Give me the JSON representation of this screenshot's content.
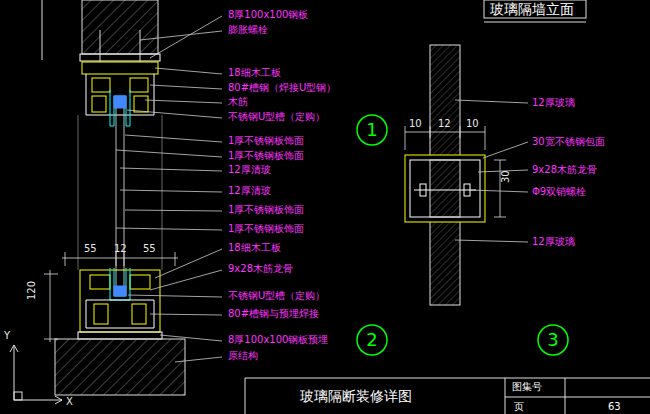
{
  "diagram": {
    "title": "玻璃隔墙立面",
    "nodes": [
      {
        "text": [
          "1"
        ]
      },
      {
        "text": [
          "2"
        ]
      },
      {
        "text": [
          "3"
        ]
      }
    ],
    "edges": [],
    "labels": [
      "8厚100x100钢板",
      "膨胀螺栓",
      "18细木工板",
      "80#槽钢（焊接U型钢）",
      "木筋",
      "不锈钢U型槽（定购）",
      "1厚不锈钢板饰面",
      "1厚不锈钢板饰面",
      "12厚清玻",
      "12厚清玻",
      "1厚不锈钢板饰面",
      "1厚不锈钢板饰面",
      "18细木工板",
      "9x28木筋龙骨",
      "不锈钢U型槽（定购）",
      "80#槽钢与预埋焊接",
      "8厚100x100钢板预埋",
      "原结构",
      "55",
      "12",
      "55",
      "120",
      "10",
      "12",
      "10",
      "12厚玻璃",
      "30宽不锈钢包面",
      "9x28木筋龙骨",
      "30",
      "Φ9双销螺栓",
      "12厚玻璃",
      "玻璃隔断装修详图",
      "图集号",
      "页",
      "63",
      "Y",
      "X"
    ]
  }
}
